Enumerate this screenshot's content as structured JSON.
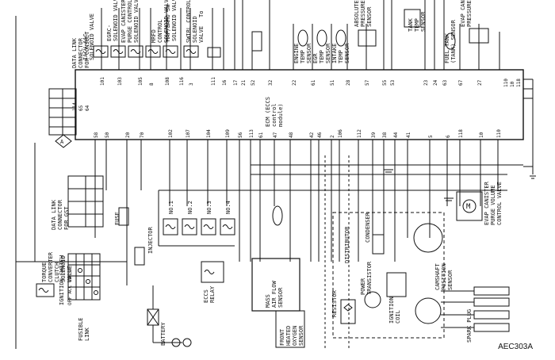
{
  "reference_code": "AEC303A",
  "ecm": {
    "label_lines": [
      "ECM (ECCS",
      "control",
      "module)"
    ],
    "top_pins": [
      "101",
      "103",
      "105",
      "8",
      "108",
      "116",
      "3",
      "111",
      "16",
      "17",
      "21",
      "52",
      "32",
      "22",
      "61",
      "51",
      "28",
      "57",
      "55",
      "53",
      "23",
      "24",
      "63",
      "67",
      "27"
    ],
    "top_pins_b": [
      "114",
      "65",
      "64"
    ],
    "bottom_pins": [
      "58",
      "50",
      "20",
      "70",
      "102",
      "107",
      "104",
      "109",
      "56",
      "113",
      "61",
      "47",
      "48",
      "42",
      "46",
      "2",
      "106",
      "112",
      "39",
      "38",
      "44",
      "41",
      "5",
      "6",
      "118",
      "10",
      "110"
    ],
    "right_pins": [
      "110",
      "10",
      "118"
    ]
  },
  "components": {
    "iacv": [
      "IACV-AAC",
      "SOLENOID VALVE"
    ],
    "egrc": [
      "EGRC-",
      "SOLENOID VALVE"
    ],
    "evap_purge_valve": [
      "EVAP CANISTER",
      "PURGE CONTROL",
      "SOLENOID VALVE"
    ],
    "mrfd": [
      "MRFD",
      "CONTROL",
      "SOLENOID VALVE"
    ],
    "mapbaro": [
      "MAP/BARO SW",
      "SOLENOID VALVE"
    ],
    "swirl": [
      "SWIRL CONTROL",
      "SOLENOID",
      "VALVE"
    ],
    "to": "To",
    "engine_temp": [
      "ENGINE",
      "TEMP",
      "SENSOR"
    ],
    "egr_temp": [
      "EGR",
      "TEMP",
      "SENSOR"
    ],
    "intake_temp": [
      "INTAKE",
      "TEMP",
      "SENSOR"
    ],
    "absolute": [
      "ABSOLUTE",
      "PRESSURE",
      "SENSOR"
    ],
    "tank_temp": [
      "TANK",
      "TEMP",
      "SENSOR"
    ],
    "fuel_tank": [
      "FUEL TANK",
      "(TANK) SENSOR"
    ],
    "evap_pressure": [
      "EVAP CANISTER",
      "PRESSURE SENSOR"
    ],
    "data_link_consult": [
      "DATA LINK",
      "CONNECTOR",
      "FOR CONSULT"
    ],
    "data_link_gst": [
      "DATA LINK",
      "CONNECTOR",
      "FOR GST"
    ],
    "torque_converter": [
      "TORQUE",
      "CONVERTER",
      "CLUTCH",
      "SOLENOID",
      "VALVE"
    ],
    "ignition_switch": "IGNITION SWITCH",
    "ign_positions": "OFF ACC ON ST",
    "fusible_link": [
      "FUSIBLE",
      "LINK"
    ],
    "battery": "BATTERY",
    "fuse": "FUSE",
    "injector": "INJECTOR",
    "inj_nos": [
      "NO.1",
      "NO.2",
      "NO.3",
      "NO.4"
    ],
    "eccs_relay": [
      "ECCS",
      "RELAY"
    ],
    "maf": [
      "MASS",
      "AIR FLOW",
      "SENSOR"
    ],
    "front_ho2s": [
      "FRONT",
      "HEATED",
      "OXYGEN",
      "SENSOR"
    ],
    "distributor": "DISTRIBUTOR",
    "condenser": "CONDENSER",
    "power_transistor": [
      "POWER",
      "TRANSISTOR"
    ],
    "ignition_coil": [
      "IGNITION",
      "COIL"
    ],
    "camshaft": [
      "CAMSHAFT",
      "POSITION",
      "SENSOR"
    ],
    "resistor": "RESISTOR",
    "spark_plug": "SPARK PLUG",
    "evap_volume": [
      "EVAP CANISTER",
      "PURGE VOLUME",
      "CONTROL VALVE"
    ],
    "m_label": "M",
    "a_label": "A"
  }
}
